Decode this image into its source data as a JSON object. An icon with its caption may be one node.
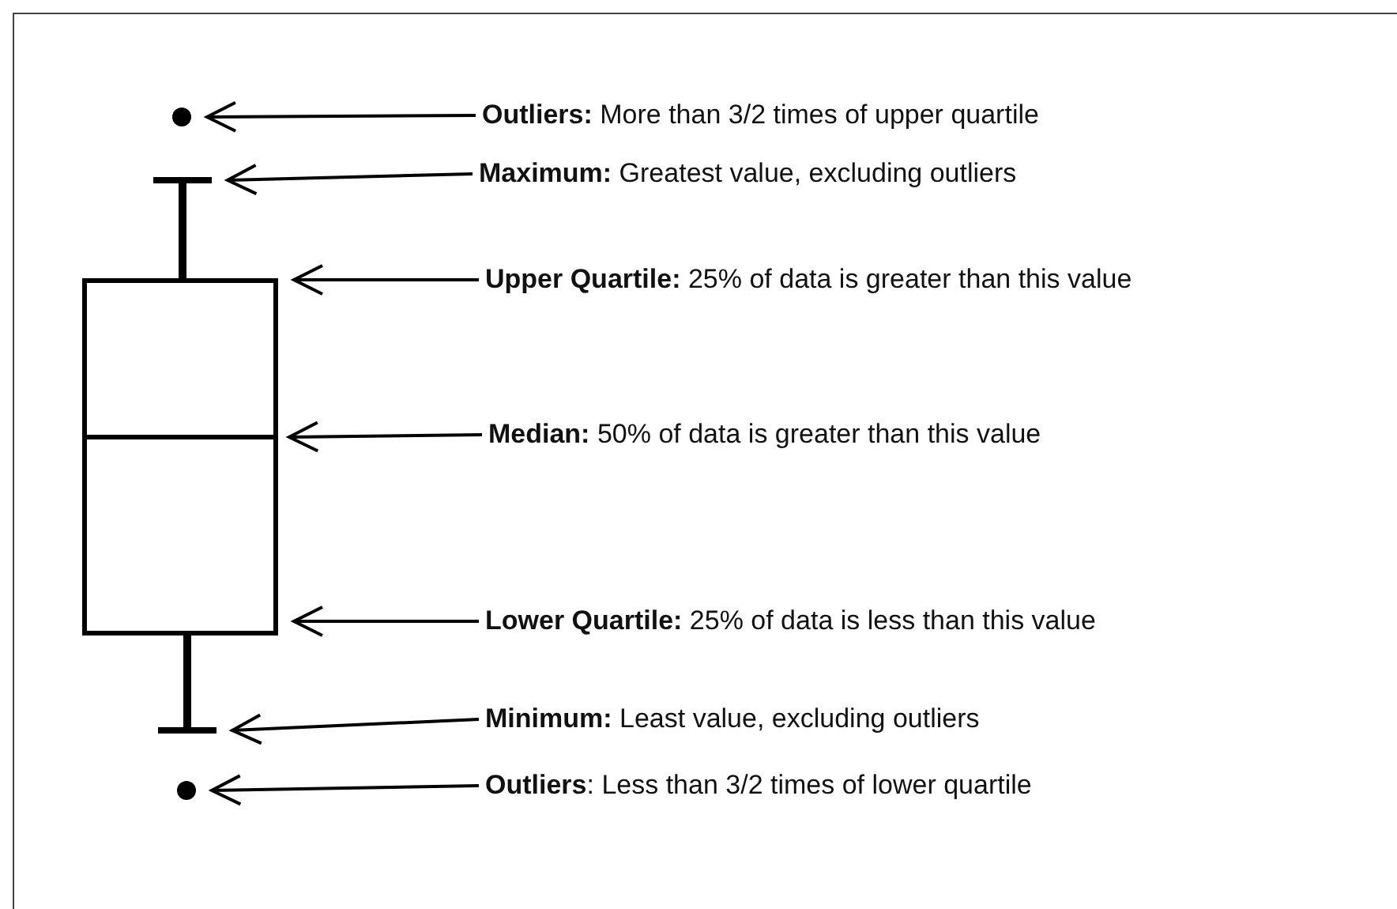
{
  "diagram": {
    "nodes": [
      {
        "text": [
          "**Outliers:** More than 3/2 times of upper quartile"
        ]
      },
      {
        "text": [
          "**Maximum:** Greatest value, excluding outliers"
        ]
      },
      {
        "text": [
          "**Upper Quartile:** 25% of data is greater than this value"
        ]
      },
      {
        "text": [
          "**Median:** 50% of data is greater than this value"
        ]
      },
      {
        "text": [
          "**Lower Quartile:** 25% of data is less than this value"
        ]
      },
      {
        "text": [
          "**Minimum:** Least value, excluding outliers"
        ]
      },
      {
        "text": [
          "**Outliers**: Less than 3/2 times of lower quartile"
        ]
      },
      {
        "text": [],
        "shape": "circle"
      },
      {
        "text": [],
        "shape": "bar"
      },
      {
        "text": [],
        "shape": "box"
      },
      {
        "text": [],
        "shape": "bar",
        "in": 9
      },
      {
        "text": [],
        "shape": "bar"
      },
      {
        "text": [],
        "shape": "circle"
      }
    ],
    "edges": [
      {
        "from": 0,
        "to": 7,
        "arrow": "to"
      },
      {
        "from": 1,
        "to": 8,
        "arrow": "to"
      },
      {
        "from": 2,
        "to": 9,
        "arrow": "to"
      },
      {
        "from": 3,
        "to": 10,
        "arrow": "to"
      },
      {
        "from": 4,
        "to": 9,
        "arrow": "to"
      },
      {
        "from": 5,
        "to": 11,
        "arrow": "to"
      },
      {
        "from": 6,
        "to": 12,
        "arrow": "to"
      },
      {
        "from": 8,
        "to": 9,
        "arrow": "none",
        "style": "thick"
      },
      {
        "from": 9,
        "to": 11,
        "arrow": "none",
        "style": "thick"
      }
    ]
  }
}
